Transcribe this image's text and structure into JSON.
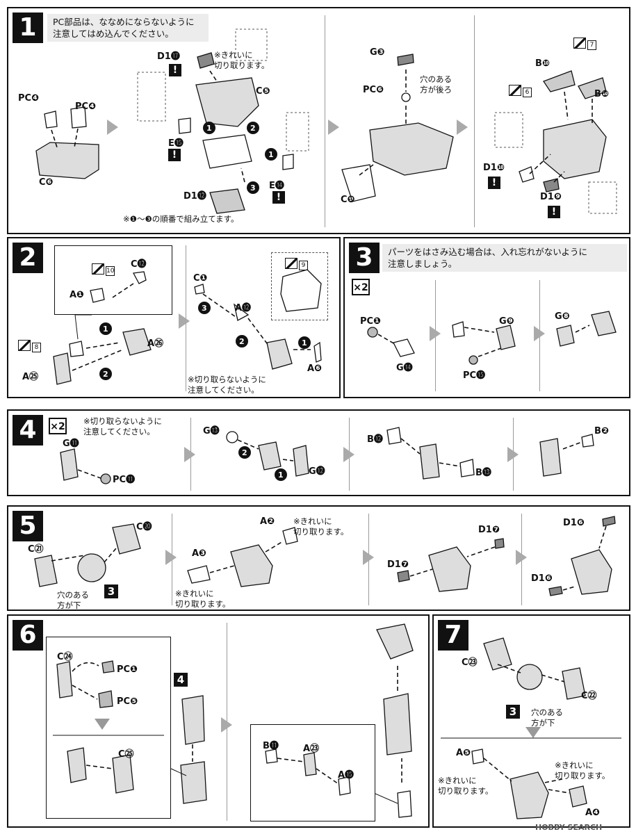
{
  "steps": [
    {
      "num": "1",
      "note": "PC部品は、ななめにならないように\n注意してはめ込んでください。",
      "order_note": "※❶～❸の順番で組み立てます。",
      "hint1": "※きれいに\n切り取ります。",
      "hint2": "穴のある\n方が後ろ"
    },
    {
      "num": "2",
      "hint": "※切り取らないように\n注意してください。"
    },
    {
      "num": "3",
      "note": "パーツをはさみ込む場合は、入れ忘れがないように\n注意しましょう。",
      "multiplier": "×2"
    },
    {
      "num": "4",
      "multiplier": "×2",
      "hint": "※切り取らないように\n注意してください。"
    },
    {
      "num": "5",
      "hint_a": "※きれいに\n切り取ります。",
      "hint_b": "※きれいに\n切り取ります。",
      "hint_c": "穴のある\n方が下"
    },
    {
      "num": "6"
    },
    {
      "num": "7",
      "hint_a": "穴のある\n方が下",
      "hint_b": "※きれいに\n切り取ります。",
      "hint_c": "※きれいに\n切り取ります。"
    }
  ],
  "labels": {
    "s1": [
      "PC❹",
      "PC❹",
      "C❻",
      "D1⓱",
      "C❺",
      "E⓯",
      "E⓮",
      "D1⓬",
      "G❸",
      "PC❻",
      "C❾",
      "B❿",
      "B❿",
      "D1❿",
      "D1❾"
    ],
    "s2": [
      "C⓬",
      "A❶",
      "A㉖",
      "A㉕",
      "C❶",
      "A⓬",
      "A❻"
    ],
    "s3": [
      "PC❶",
      "G⓮",
      "G❾",
      "PC⓯",
      "G❽"
    ],
    "s4": [
      "G⓫",
      "PC⓫",
      "G⓭",
      "G⓬",
      "B⓬",
      "B⓭",
      "B❷"
    ],
    "s5": [
      "C㉑",
      "C⓴",
      "A❷",
      "A❸",
      "D1❼",
      "D1❼",
      "D1❻",
      "D1❻"
    ],
    "s6": [
      "C㉔",
      "PC❶",
      "PC❺",
      "C㉕",
      "B⓫",
      "A㉓",
      "A⓯"
    ],
    "s7": [
      "C㉓",
      "C㉒",
      "A❺",
      "A❹"
    ]
  },
  "tags": {
    "s1a": "7",
    "s1b": "6",
    "s2a": "10",
    "s2b": "8",
    "s2c": "9"
  },
  "subassembly_nums": {
    "s5": "3",
    "s6": "4",
    "s7": "3"
  },
  "watermark": "HOBBY SEARCH"
}
